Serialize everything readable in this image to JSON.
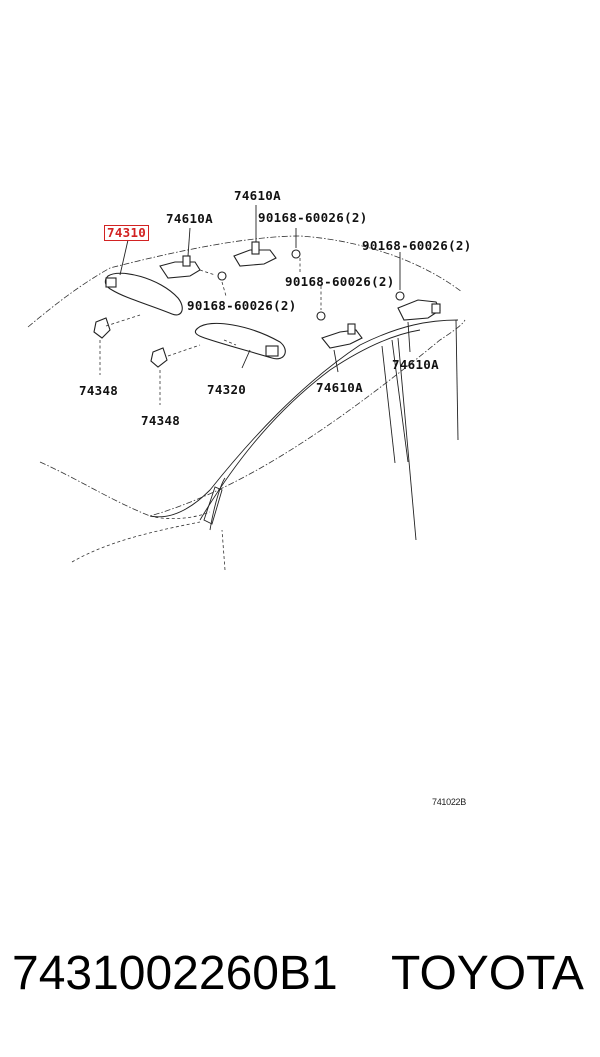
{
  "callouts": {
    "sunvisor_lh": "74310",
    "sunvisor_rh": "74320",
    "holder_left": "74348",
    "holder_right": "74348",
    "grip_front_left": "74610A",
    "grip_top": "74610A",
    "grip_rear_left": "74610A",
    "grip_rear_right": "74610A",
    "screw_a": "90168-60026(2)",
    "screw_b": "90168-60026(2)",
    "screw_c": "90168-60026(2)",
    "screw_d": "90168-60026(2)"
  },
  "figure_ref": "741022B",
  "footer": {
    "part_number": "7431002260B1",
    "brand": "TOYOTA"
  },
  "highlight_color": "#d22222"
}
